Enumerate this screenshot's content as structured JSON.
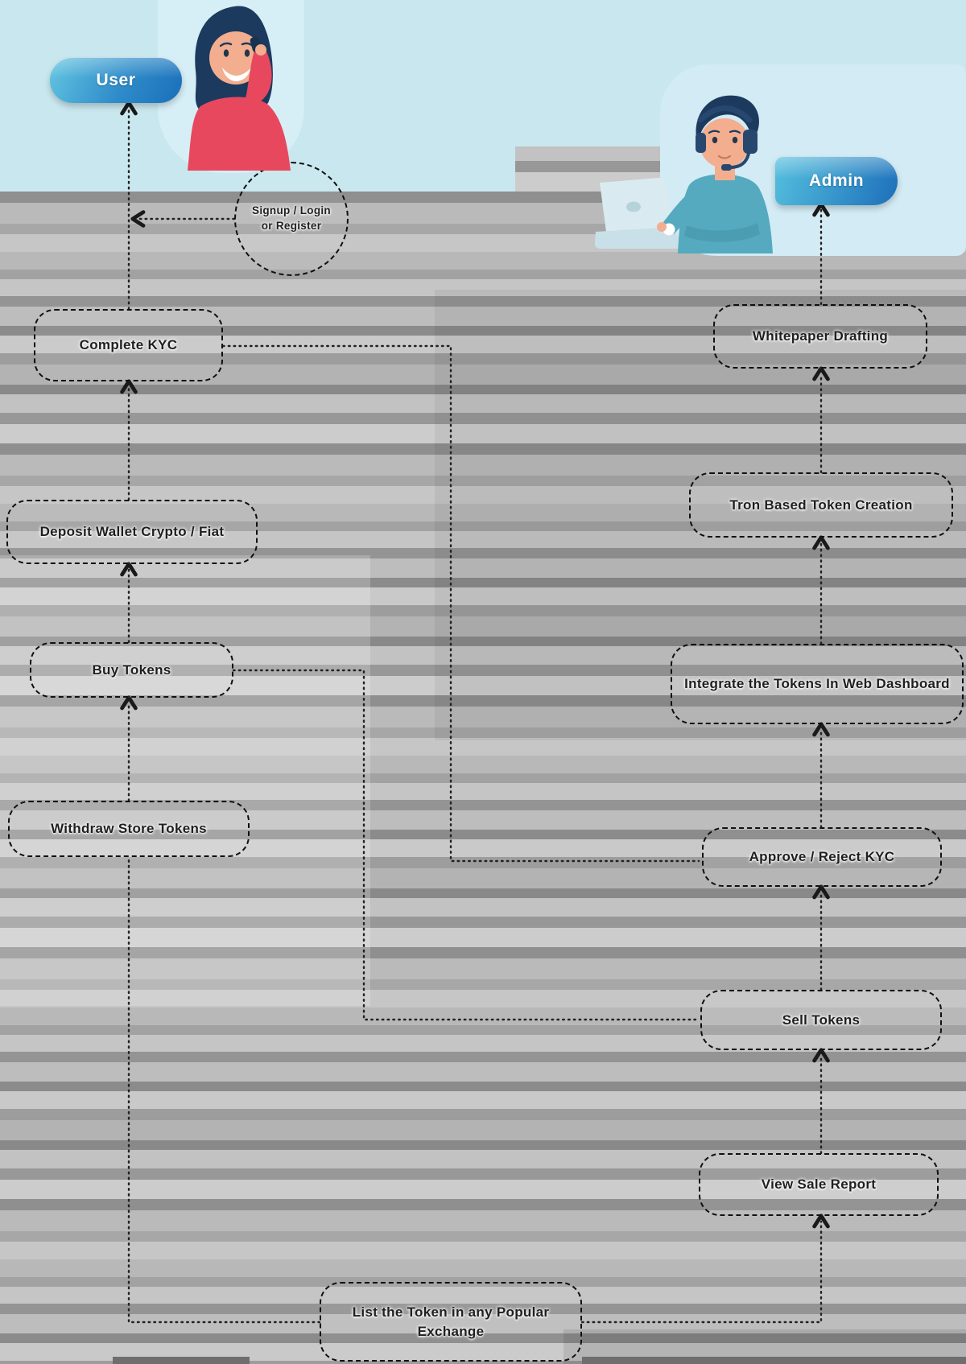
{
  "diagram": {
    "title_hint": "ICO / Token platform user-admin flowchart",
    "user": {
      "label": "User"
    },
    "admin": {
      "label": "Admin"
    },
    "user_flow": [
      {
        "id": "signup",
        "label": "Signup / Login or Register",
        "shape": "circle"
      },
      {
        "id": "complete-kyc",
        "label": "Complete KYC"
      },
      {
        "id": "deposit-wallet",
        "label": "Deposit Wallet Crypto / Fiat"
      },
      {
        "id": "buy-tokens",
        "label": "Buy Tokens"
      },
      {
        "id": "withdraw-store-tokens",
        "label": "Withdraw Store Tokens"
      }
    ],
    "admin_flow": [
      {
        "id": "whitepaper-drafting",
        "label": "Whitepaper Drafting"
      },
      {
        "id": "tron-token-creation",
        "label": "Tron Based Token Creation"
      },
      {
        "id": "integrate-tokens",
        "label": "Integrate the Tokens In Web Dashboard"
      },
      {
        "id": "approve-reject-kyc",
        "label": "Approve / Reject KYC"
      },
      {
        "id": "sell-tokens",
        "label": "Sell Tokens"
      },
      {
        "id": "view-sale-report",
        "label": "View Sale Report"
      }
    ],
    "shared": [
      {
        "id": "list-token-exchange",
        "label": "List the Token in any Popular Exchange"
      }
    ],
    "edges": [
      {
        "from": "signup",
        "to": "user-lane",
        "style": "dotted-arrow"
      },
      {
        "from": "complete-kyc",
        "to": "user",
        "style": "dotted-arrow-up"
      },
      {
        "from": "deposit-wallet",
        "to": "complete-kyc",
        "style": "dotted-arrow-up"
      },
      {
        "from": "buy-tokens",
        "to": "deposit-wallet",
        "style": "dotted-arrow-up"
      },
      {
        "from": "withdraw-store-tokens",
        "to": "buy-tokens",
        "style": "dotted-arrow-up"
      },
      {
        "from": "complete-kyc",
        "to": "approve-reject-kyc",
        "style": "dotted"
      },
      {
        "from": "buy-tokens",
        "to": "sell-tokens",
        "style": "dotted"
      },
      {
        "from": "whitepaper-drafting",
        "to": "admin",
        "style": "dotted-arrow-up"
      },
      {
        "from": "tron-token-creation",
        "to": "whitepaper-drafting",
        "style": "dotted-arrow-up"
      },
      {
        "from": "integrate-tokens",
        "to": "tron-token-creation",
        "style": "dotted-arrow-up"
      },
      {
        "from": "approve-reject-kyc",
        "to": "integrate-tokens",
        "style": "dotted-arrow-up"
      },
      {
        "from": "sell-tokens",
        "to": "approve-reject-kyc",
        "style": "dotted-arrow-up"
      },
      {
        "from": "view-sale-report",
        "to": "sell-tokens",
        "style": "dotted-arrow-up"
      },
      {
        "from": "list-token-exchange",
        "to": "view-sale-report",
        "style": "dotted-arrow-up"
      },
      {
        "from": "user-lane",
        "to": "list-token-exchange",
        "style": "dotted"
      }
    ],
    "illustrations": {
      "user": "woman-on-phone-illustration",
      "admin": "man-with-headset-and-laptop-illustration"
    },
    "colors": {
      "sky_blue": "#c9e7ef",
      "admin_blob_blue": "#d2ebf4",
      "pill_gradient_start": "#5cc3df",
      "pill_gradient_end": "#1d6fba",
      "wire": "#1f1f1f",
      "node_border": "#101010",
      "node_text": "#1f1f1f",
      "woman_hair": "#1c3a5e",
      "woman_sweater": "#e8485e",
      "skin": "#f2ae8f",
      "man_shirt": "#55aabf",
      "headset_navy": "#27476f",
      "laptop": "#d9ebf0"
    }
  }
}
